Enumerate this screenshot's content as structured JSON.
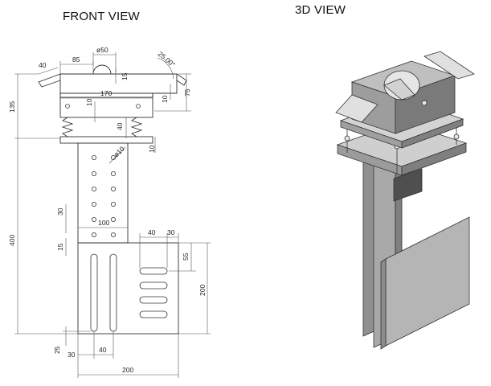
{
  "titles": {
    "front": "FRONT VIEW",
    "iso": "3D VIEW"
  },
  "dimensions": {
    "d40_top": "40",
    "d85": "85",
    "d50": "ø50",
    "d25deg": "25.00°",
    "d15_top": "15",
    "d75": "75",
    "d10_right": "10",
    "d170": "170",
    "d135": "135",
    "d10_spring": "10",
    "d40_spring": "40",
    "d10_plate": "10",
    "d10_dia": "ø10",
    "d400": "400",
    "d30_left": "30",
    "d100": "100",
    "d15_left": "15",
    "d40_right": "40",
    "d30_right": "30",
    "d55": "55",
    "d200_right": "200",
    "d25": "25",
    "d30_bottom": "30",
    "d40_bottom": "40",
    "d200_bottom": "200"
  },
  "colors": {
    "line": "#333333",
    "face_light": "#d9d9d9",
    "face_mid": "#a9a9a9",
    "face_dark": "#6f6f6f"
  }
}
